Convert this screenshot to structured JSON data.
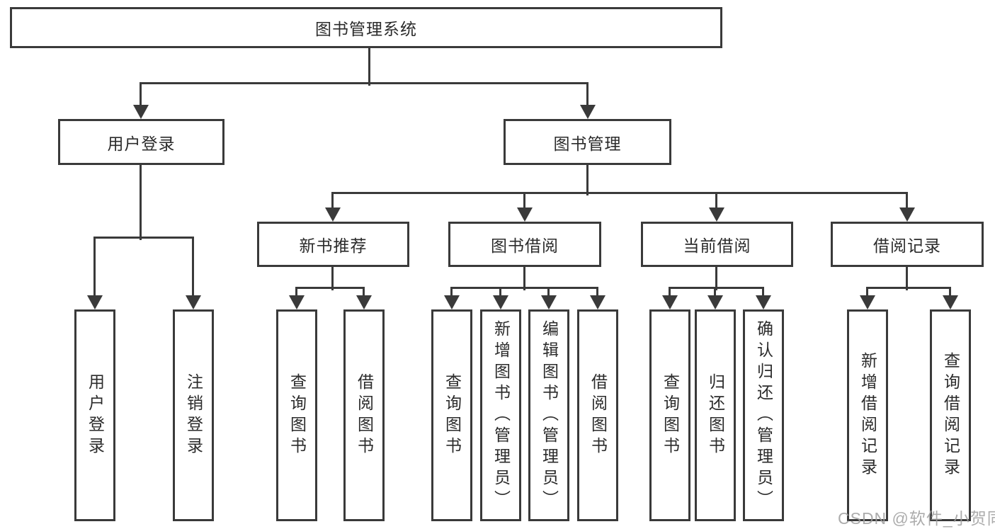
{
  "diagram_title": "图书管理系统",
  "tree": {
    "label": "图书管理系统",
    "children": [
      {
        "label": "用户登录",
        "children": [
          {
            "label": "用户登录"
          },
          {
            "label": "注销登录"
          }
        ]
      },
      {
        "label": "图书管理",
        "children": [
          {
            "label": "新书推荐",
            "children": [
              {
                "label": "查询图书"
              },
              {
                "label": "借阅图书"
              }
            ]
          },
          {
            "label": "图书借阅",
            "children": [
              {
                "label": "查询图书"
              },
              {
                "label": "新增图书（管理员）"
              },
              {
                "label": "编辑图书（管理员）"
              },
              {
                "label": "借阅图书"
              }
            ]
          },
          {
            "label": "当前借阅",
            "children": [
              {
                "label": "查询图书"
              },
              {
                "label": "归还图书"
              },
              {
                "label": "确认归还（管理员）"
              }
            ]
          },
          {
            "label": "借阅记录",
            "children": [
              {
                "label": "新增借阅记录"
              },
              {
                "label": "查询借阅记录"
              }
            ]
          }
        ]
      }
    ]
  },
  "watermark": {
    "text": "CSDN @软件_小贺同学"
  },
  "colors": {
    "line": "#3a3a3a",
    "text": "#2b2b2b",
    "background": "#ffffff",
    "watermark": "#9e9e9e"
  }
}
